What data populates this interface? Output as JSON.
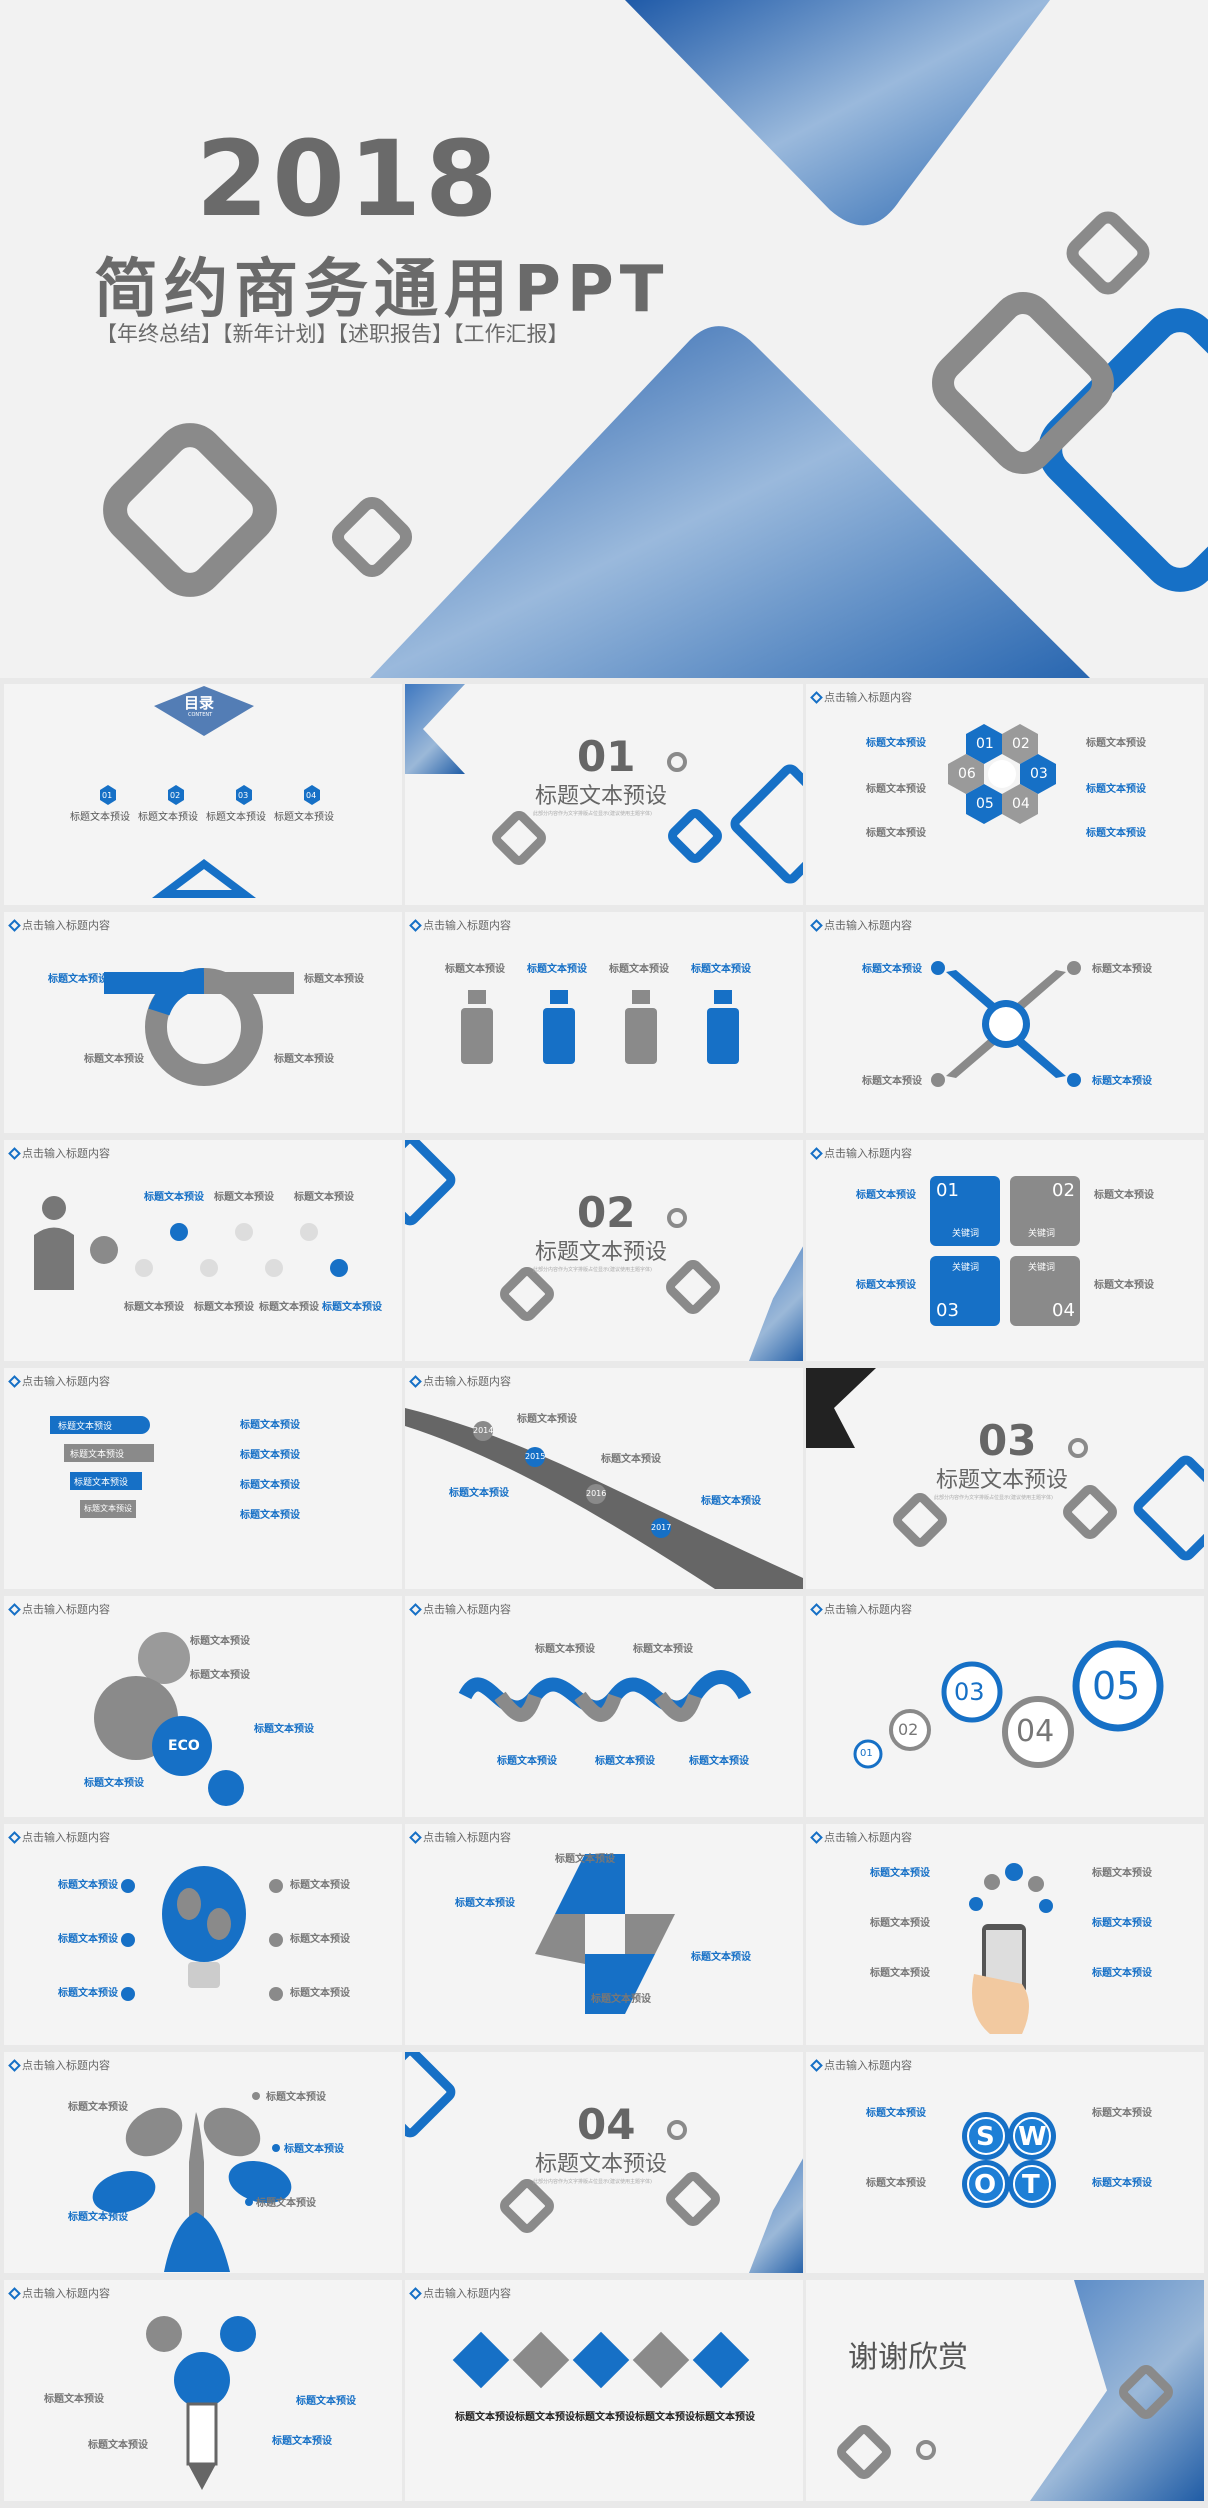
{
  "cover": {
    "year": "2018",
    "title": "简约商务通用PPT",
    "tags": "【年终总结】【新年计划】【述职报告】【工作汇报】"
  },
  "common": {
    "header": "点击输入标题内容",
    "label": "标题文本预设",
    "section_title": "标题文本预设",
    "small_text": "此部分内容作为文字排版占位显示(建议使用主题字体)"
  },
  "toc": {
    "title": "目录",
    "subtitle": "CONTENT",
    "items": [
      {
        "num": "01",
        "label": "标题文本预设"
      },
      {
        "num": "02",
        "label": "标题文本预设"
      },
      {
        "num": "03",
        "label": "标题文本预设"
      },
      {
        "num": "04",
        "label": "标题文本预设"
      }
    ]
  },
  "sections": [
    "01",
    "02",
    "03",
    "04"
  ],
  "hexagons": [
    "01",
    "02",
    "03",
    "04",
    "05",
    "06"
  ],
  "keywords": {
    "label": "关键词",
    "nums": [
      "01",
      "02",
      "03",
      "04"
    ]
  },
  "road_years": [
    "2014",
    "2015",
    "2016",
    "2017"
  ],
  "eco_label": "ECO",
  "circles": [
    "01",
    "02",
    "03",
    "04",
    "05"
  ],
  "swot": [
    "S",
    "W",
    "O",
    "T"
  ],
  "thanks": "谢谢欣赏",
  "colors": {
    "accent": "#1670c6",
    "grey": "#8a8a8a",
    "bg": "#f4f4f4"
  }
}
